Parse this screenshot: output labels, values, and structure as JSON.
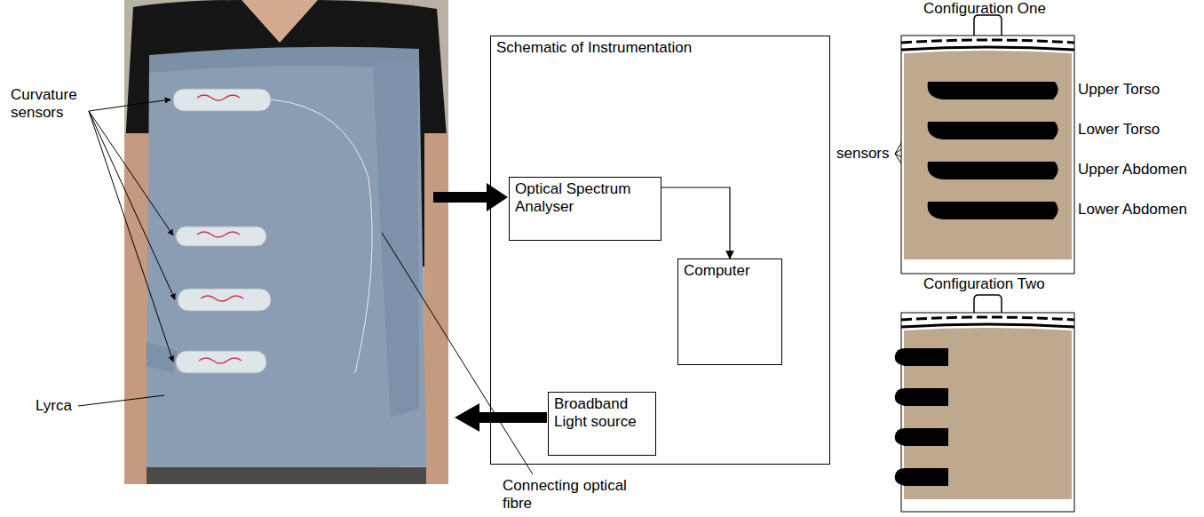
{
  "diagram": {
    "nodes": [
      {
        "text": [
          "Schematic of Instrumentation"
        ]
      },
      {
        "text": [
          "Optical Spectrum Analyser"
        ],
        "in": 0
      },
      {
        "text": [
          "Computer"
        ],
        "in": 0
      },
      {
        "text": [
          "Broadband Light source"
        ],
        "in": 0
      }
    ],
    "edges": [
      {
        "from": 1,
        "to": 2,
        "arrow": "to"
      }
    ],
    "labels": [
      "Curvature sensors",
      "Lyrca",
      "Connecting optical fibre",
      "Configuration One",
      "sensors",
      "Upper Torso",
      "Lower Torso",
      "Upper Abdomen",
      "Lower Abdomen",
      "Configuration Two"
    ]
  }
}
